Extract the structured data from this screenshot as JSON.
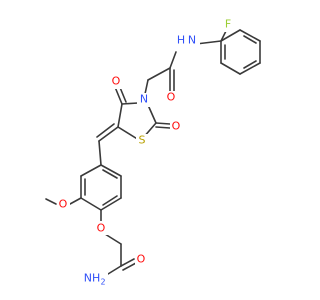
{
  "molecule": {
    "atoms": {
      "F": {
        "text": "F",
        "color": "#9acd32"
      },
      "NH_amide": {
        "text": "N",
        "h": "H",
        "color": "#3050f8"
      },
      "O_amide": {
        "text": "O",
        "color": "#ff0d0d"
      },
      "N_ring": {
        "text": "N",
        "color": "#3050f8"
      },
      "O_ring4": {
        "text": "O",
        "color": "#ff0d0d"
      },
      "O_ring2": {
        "text": "O",
        "color": "#ff0d0d"
      },
      "S_ring": {
        "text": "S",
        "color": "#b8a000"
      },
      "O_methoxy": {
        "text": "O",
        "color": "#ff0d0d"
      },
      "O_ether": {
        "text": "O",
        "color": "#ff0d0d"
      },
      "O_carbonyl": {
        "text": "O",
        "color": "#ff0d0d"
      },
      "NH2": {
        "text": "NH",
        "sub": "2",
        "color": "#3050f8"
      }
    }
  }
}
